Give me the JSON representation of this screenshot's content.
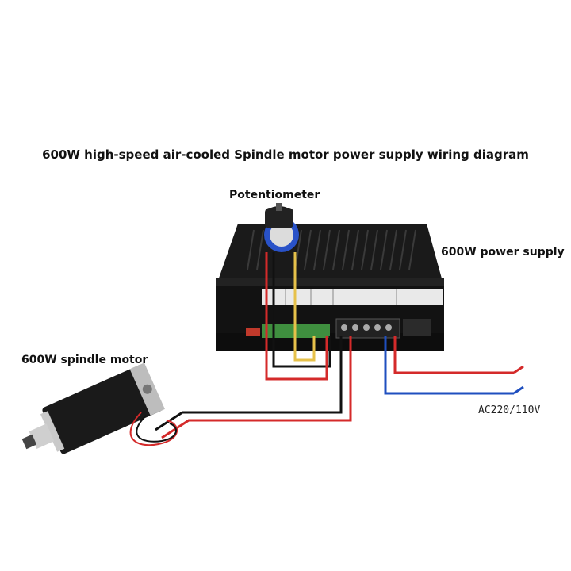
{
  "title": "600W high-speed air-cooled Spindle motor power supply wiring diagram",
  "labels": {
    "potentiometer": "Potentiometer",
    "power_supply": "600W power supply",
    "spindle_motor": "600W spindle motor",
    "ac_input": "AC220/110V"
  },
  "colors": {
    "wire_red": "#d42a2a",
    "wire_black": "#111111",
    "wire_blue": "#1f4fbf",
    "wire_yellow": "#e6c14a",
    "housing": "#161616",
    "knob_ring": "#2952c8"
  }
}
